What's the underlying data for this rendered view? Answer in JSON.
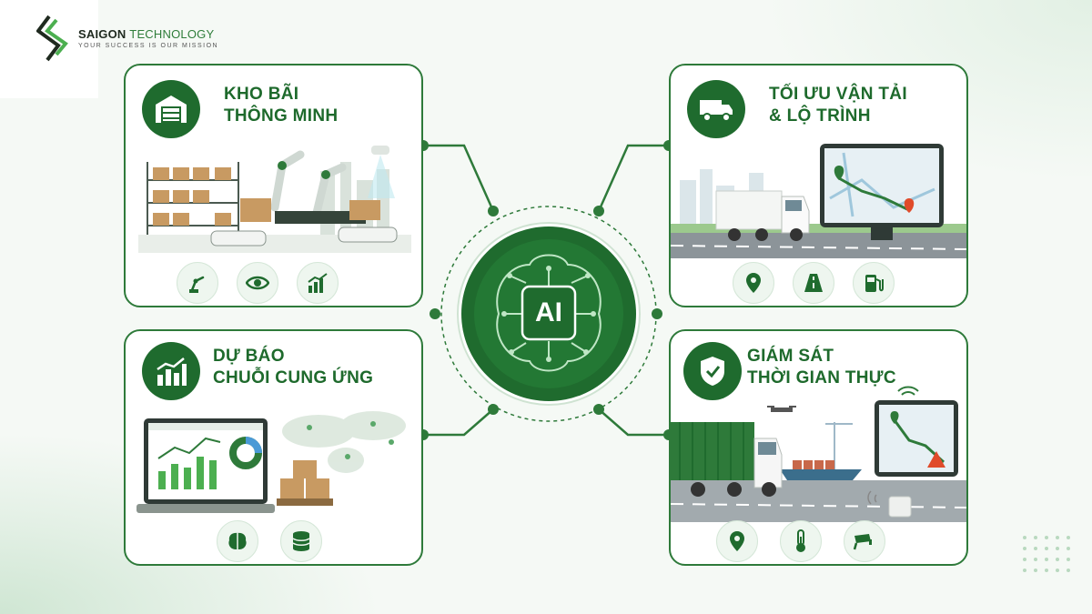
{
  "brand": {
    "name_part1": "SAIGON",
    "name_part2": "TECHNOLOGY",
    "tagline": "YOUR SUCCESS IS OUR MISSION"
  },
  "hub": {
    "label": "AI"
  },
  "cards": [
    {
      "title": "KHO BÃI\nTHÔNG MINH",
      "icon": "warehouse-icon",
      "mini_icons": [
        "robot-arm-icon",
        "eye-icon",
        "growth-chart-icon"
      ]
    },
    {
      "title": "TỐI ƯU VẬN TẢI\n& LỘ TRÌNH",
      "icon": "truck-icon",
      "mini_icons": [
        "location-pin-icon",
        "road-icon",
        "fuel-pump-icon"
      ]
    },
    {
      "title": "DỰ BÁO\nCHUỖI CUNG ỨNG",
      "icon": "bar-chart-trend-icon",
      "mini_icons": [
        "brain-icon",
        "database-icon"
      ]
    },
    {
      "title": "GIÁM SÁT\nTHỜI GIAN THỰC",
      "icon": "shield-check-icon",
      "mini_icons": [
        "location-pin-icon",
        "thermometer-icon",
        "security-camera-icon"
      ]
    }
  ],
  "colors": {
    "primary": "#1f6b2e",
    "accent": "#2e7a3a",
    "light": "#eef6ef",
    "alert": "#e04b2a"
  }
}
